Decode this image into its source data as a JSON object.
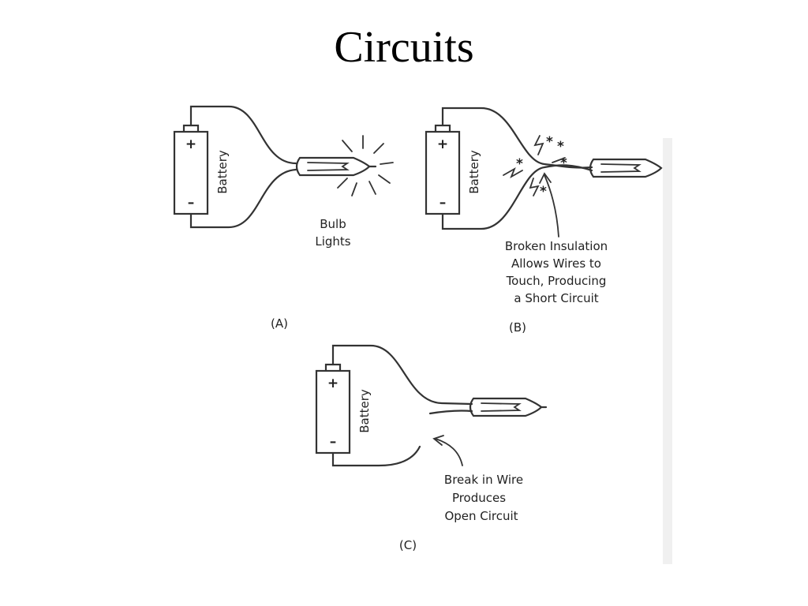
{
  "title": "Circuits",
  "battery_label": "Battery",
  "plus_sign": "+",
  "minus_sign": "–",
  "panel_a": {
    "caption": "(A)",
    "note_line1": "Bulb",
    "note_line2": "Lights"
  },
  "panel_b": {
    "caption": "(B)",
    "note_line1": "Broken Insulation",
    "note_line2": "Allows Wires to",
    "note_line3": "Touch, Producing",
    "note_line4": "a Short Circuit"
  },
  "panel_c": {
    "caption": "(C)",
    "note_line1": "Break in Wire",
    "note_line2": "Produces",
    "note_line3": "Open Circuit"
  },
  "colors": {
    "ink": "#333333",
    "background": "#ffffff"
  }
}
